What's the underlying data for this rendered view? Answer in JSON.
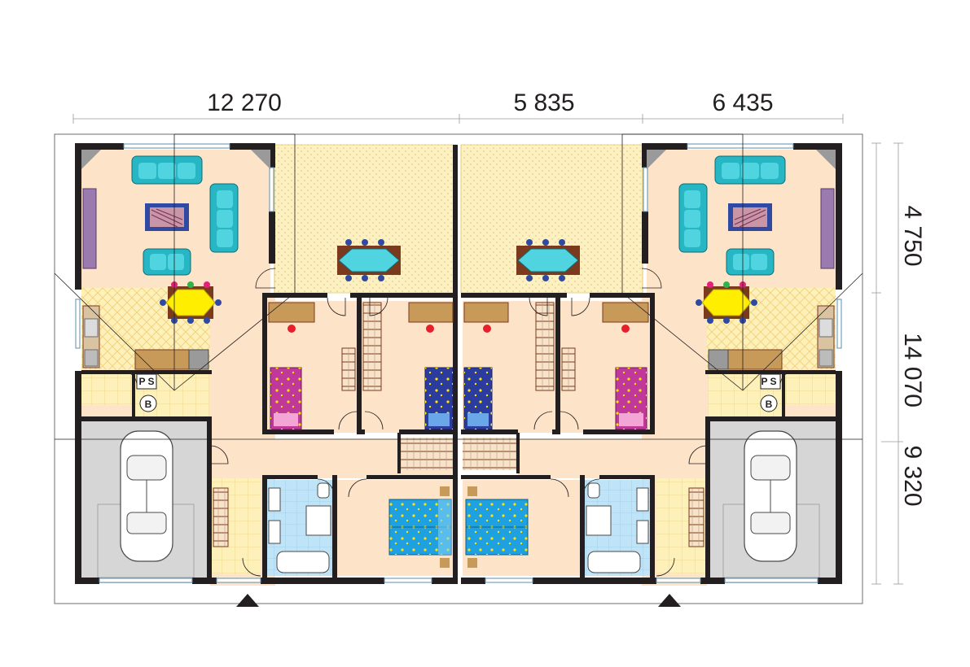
{
  "dimensions": {
    "top": [
      "12 270",
      "5 835",
      "6 435"
    ],
    "right": [
      "4 750",
      "14 070",
      "9 320"
    ]
  },
  "fixture_labels": {
    "sauna": "P S",
    "boiler": "B"
  },
  "colors": {
    "floor": "#fde3c8",
    "terrace": "#fdf1c2",
    "kitchen": "#fdf0b8",
    "bathroom": "#bfe3f7",
    "garage": "#d6d6d6",
    "wall": "#231f20",
    "sofa": "#27b7c4",
    "bed_pink": "#c1389b",
    "bed_blue": "#2b3b9e",
    "bed_cyan": "#1fa0e0",
    "table_top": "#ffee00",
    "wood": "#7b3a1e"
  },
  "icons": [
    "entrance-arrow-icon",
    "car-icon",
    "sofa-icon",
    "dining-table-icon",
    "bed-icon",
    "toilet-icon",
    "bathtub-icon",
    "shower-icon",
    "stove-icon",
    "sink-icon",
    "wardrobe-icon",
    "door-swing-icon"
  ]
}
